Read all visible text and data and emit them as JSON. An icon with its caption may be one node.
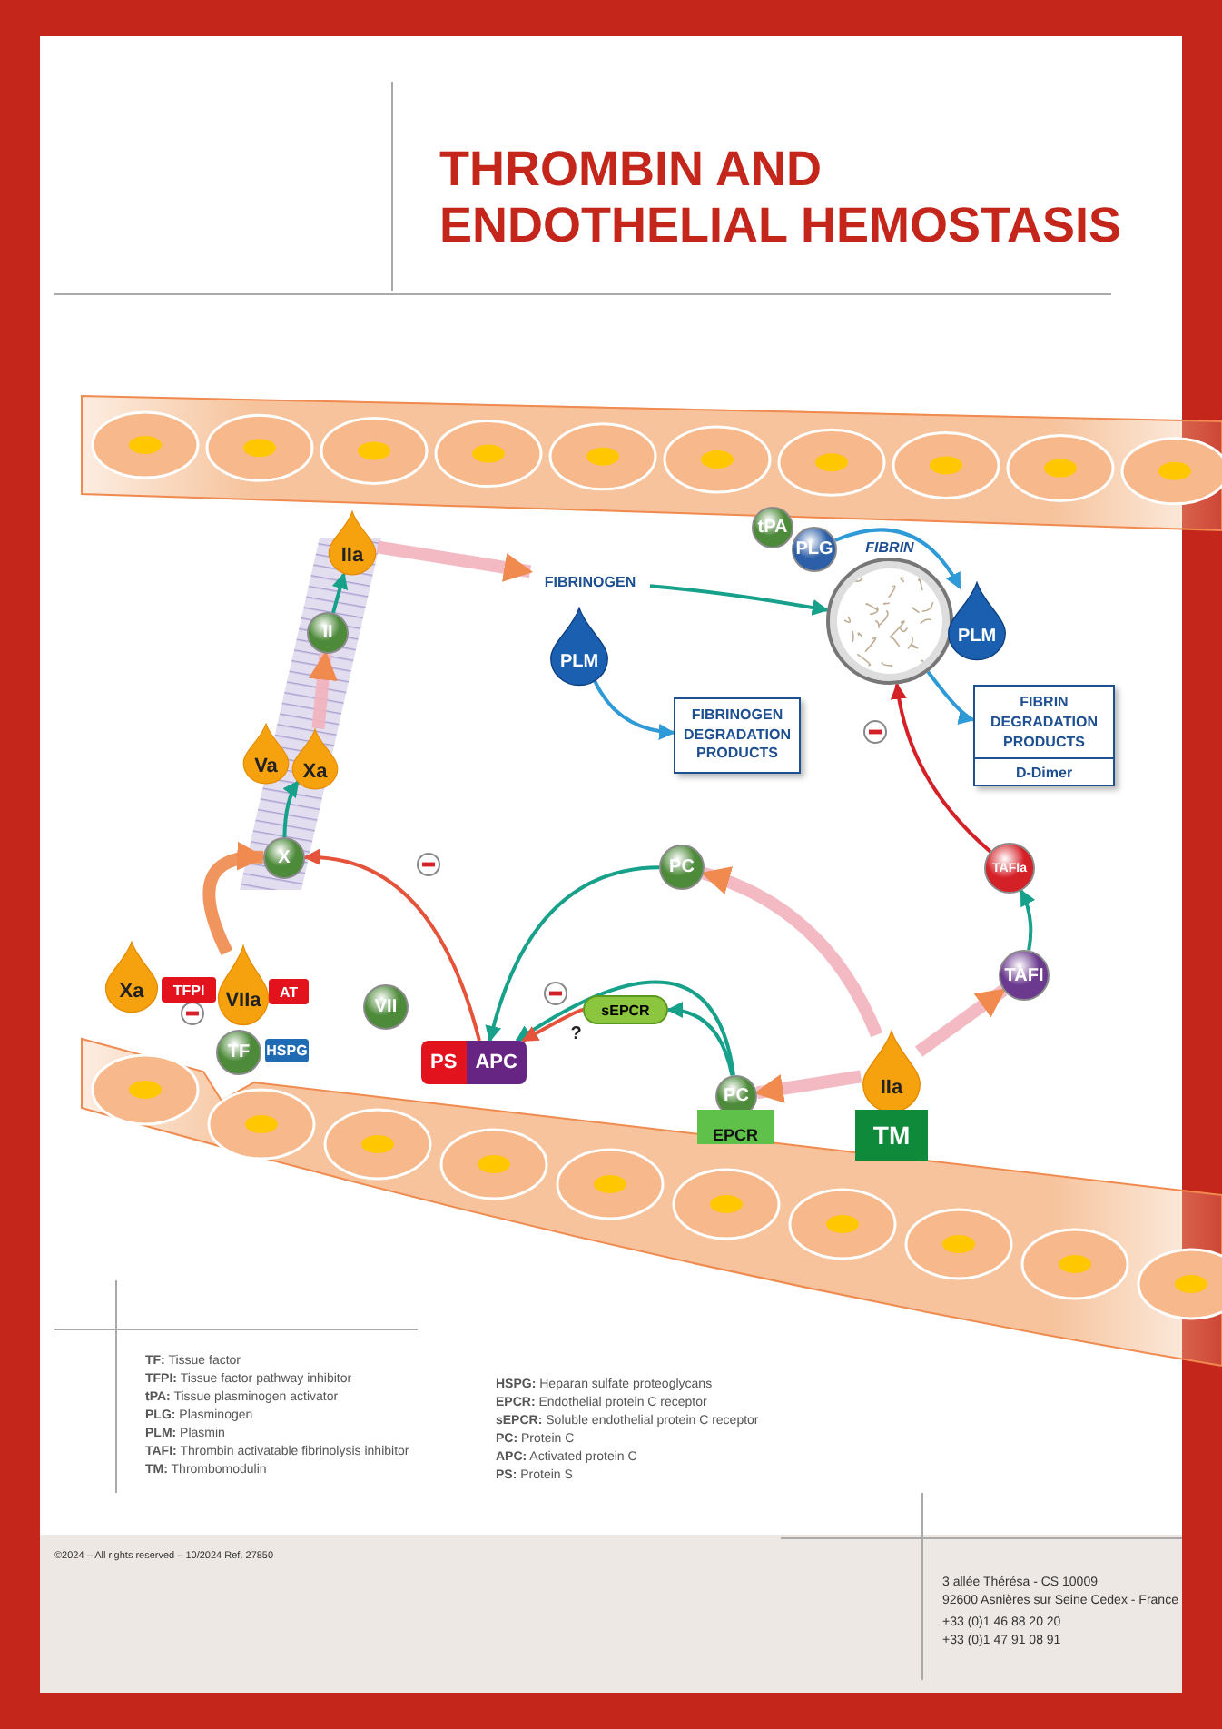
{
  "diagram": {
    "title": "THROMBIN AND ENDOTHELIAL HEMOSTASIS",
    "nodes": [
      {
        "text": [
          "IIa"
        ]
      },
      {
        "text": [
          "II"
        ]
      },
      {
        "text": [
          "Va"
        ]
      },
      {
        "text": [
          "Xa"
        ]
      },
      {
        "text": [
          "X"
        ]
      },
      {
        "text": [
          "FIBRINOGEN"
        ]
      },
      {
        "text": [
          "PLM"
        ]
      },
      {
        "text": [
          "FIBRINOGEN DEGRADATION PRODUCTS"
        ]
      },
      {
        "text": [
          "tPA"
        ]
      },
      {
        "text": [
          "PLG"
        ]
      },
      {
        "text": [
          "FIBRIN"
        ]
      },
      {
        "text": [
          "PLM"
        ]
      },
      {
        "text": [
          "FIBRIN DEGRADATION PRODUCTS",
          "D-Dimer"
        ]
      },
      {
        "text": [
          "PC"
        ]
      },
      {
        "text": [
          "TAFIa"
        ]
      },
      {
        "text": [
          "TAFI"
        ]
      },
      {
        "text": [
          "Xa"
        ]
      },
      {
        "text": [
          "TFPI"
        ]
      },
      {
        "text": [
          "VIIa"
        ]
      },
      {
        "text": [
          "AT"
        ]
      },
      {
        "text": [
          "TF"
        ]
      },
      {
        "text": [
          "HSPG"
        ]
      },
      {
        "text": [
          "VII"
        ]
      },
      {
        "text": [
          "PS",
          "APC"
        ]
      },
      {
        "text": [
          "sEPCR"
        ]
      },
      {
        "text": [
          "PC"
        ]
      },
      {
        "text": [
          "EPCR"
        ]
      },
      {
        "text": [
          "IIa"
        ]
      },
      {
        "text": [
          "TM"
        ]
      }
    ],
    "edges": [
      {
        "from": 0,
        "to": 5,
        "arrow": "to",
        "style": "thick",
        "color": "#f2b3bd"
      },
      {
        "from": 5,
        "to": 10,
        "arrow": "to"
      },
      {
        "from": 6,
        "to": 7,
        "arrow": "to",
        "color": "#2f9ad8"
      },
      {
        "from": 9,
        "to": 11,
        "arrow": "to",
        "color": "#2f9ad8"
      },
      {
        "from": 10,
        "to": 12,
        "arrow": "to",
        "color": "#2f9ad8"
      },
      {
        "from": 1,
        "to": 0,
        "arrow": "to"
      },
      {
        "from": 4,
        "to": 3,
        "arrow": "to"
      },
      {
        "from": 3,
        "to": 1,
        "arrow": "to",
        "style": "thick",
        "color": "#f2b3bd"
      },
      {
        "from": 18,
        "to": 4,
        "arrow": "to",
        "style": "thick",
        "color": "#f08a4e"
      },
      {
        "from": 23,
        "to": 4,
        "arrow": "to",
        "color": "#e5533a"
      },
      {
        "from": 13,
        "to": 23,
        "arrow": "to"
      },
      {
        "from": 25,
        "to": 23,
        "arrow": "to"
      },
      {
        "from": 25,
        "to": 24,
        "arrow": "to"
      },
      {
        "from": 24,
        "to": 23,
        "label": "?",
        "arrow": "to",
        "color": "#e5533a"
      },
      {
        "from": 27,
        "to": 13,
        "arrow": "to",
        "style": "thick",
        "color": "#f2b3bd"
      },
      {
        "from": 27,
        "to": 25,
        "arrow": "to",
        "style": "thick",
        "color": "#f2b3bd"
      },
      {
        "from": 27,
        "to": 15,
        "arrow": "to",
        "style": "thick",
        "color": "#f2b3bd"
      },
      {
        "from": 15,
        "to": 14,
        "arrow": "to"
      },
      {
        "from": 14,
        "to": 10,
        "arrow": "to",
        "color": "#d42027"
      }
    ],
    "labels": [
      "**TF:** Tissue factor",
      "**TFPI:** Tissue factor pathway inhibitor",
      "**tPA:** Tissue plasminogen activator",
      "**PLG:** Plasminogen",
      "**PLM:** Plasmin",
      "**TAFI:** Thrombin activatable fibrinolysis inhibitor",
      "**TM:** Thrombomodulin",
      "**HSPG:** Heparan sulfate proteoglycans",
      "**EPCR:** Endothelial protein C receptor",
      "**sEPCR:** Soluble endothelial protein C receptor",
      "**PC:** Protein C",
      "**APC:** Activated protein C",
      "**PS:** Protein S",
      "©2024 – All rights reserved – 10/2024 Ref. 27850",
      "3 allée Thérésa - CS 10009",
      "92600 Asnières sur Seine Cedex - France",
      "+33 (0)1 46 88 20 20",
      "+33 (0)1 47 91 08 91"
    ]
  }
}
